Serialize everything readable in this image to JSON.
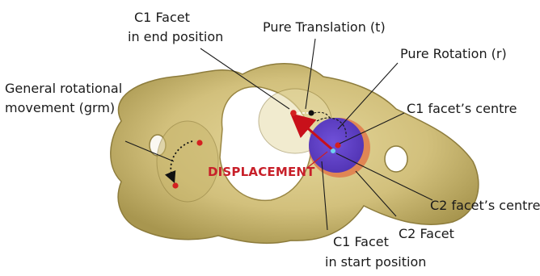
{
  "labels": {
    "c1_facet_end_line1": "C1 Facet",
    "c1_facet_end_line2": "in end position",
    "pure_translation": "Pure Translation (t)",
    "pure_rotation": "Pure Rotation (r)",
    "grm_line1": "General rotational",
    "grm_line2": "movement (grm)",
    "c1_facet_centre": "C1 facet’s centre",
    "displacement": "DISPLACEMENT",
    "c2_facet_centre": "C2 facet’s centre",
    "c2_facet": "C2 Facet",
    "c1_facet_start_line1": "C1 Facet",
    "c1_facet_start_line2": "in start position"
  },
  "colors": {
    "bone": "#d8c98a",
    "bone_shadow": "#a8964f",
    "facet_blue": "#5a3fd0",
    "facet_orange": "#e07a4a",
    "marker_red": "#d42020",
    "arrow_red": "#c8101a",
    "centre_cyan": "#6fd0f0"
  }
}
